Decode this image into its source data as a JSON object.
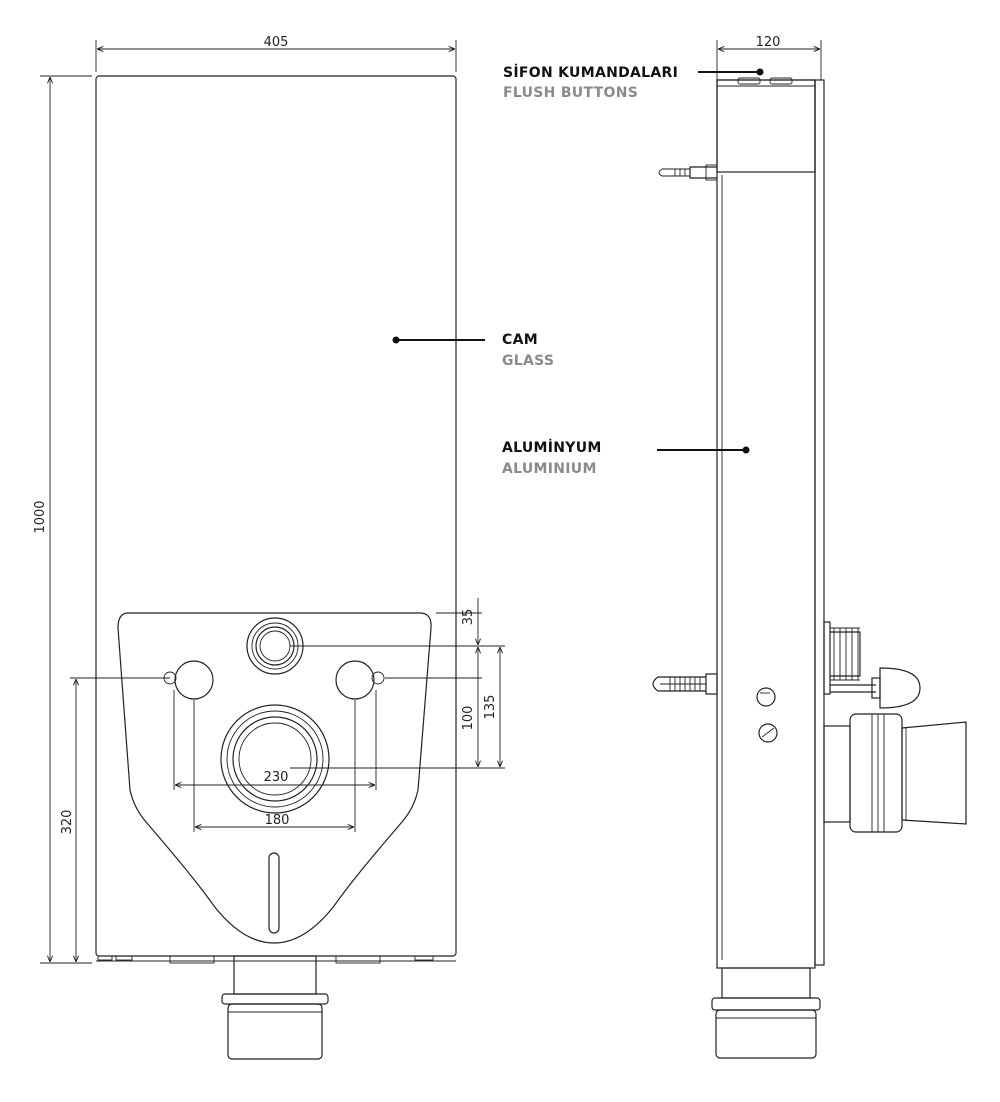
{
  "dimensions": {
    "width_total": "405",
    "depth_total": "120",
    "height_total": "1000",
    "bolt_height": "320",
    "top_to_inlet": "35",
    "inlet_to_bolts": "100",
    "inlet_to_outlet": "135",
    "bolt_spacing_outer": "230",
    "bolt_spacing_inner": "180"
  },
  "labels": {
    "flush_tr": "SİFON KUMANDALARI",
    "flush_en": "FLUSH BUTTONS",
    "glass_tr": "CAM",
    "glass_en": "GLASS",
    "alu_tr": "ALUMİNYUM",
    "alu_en": "ALUMINIUM"
  }
}
